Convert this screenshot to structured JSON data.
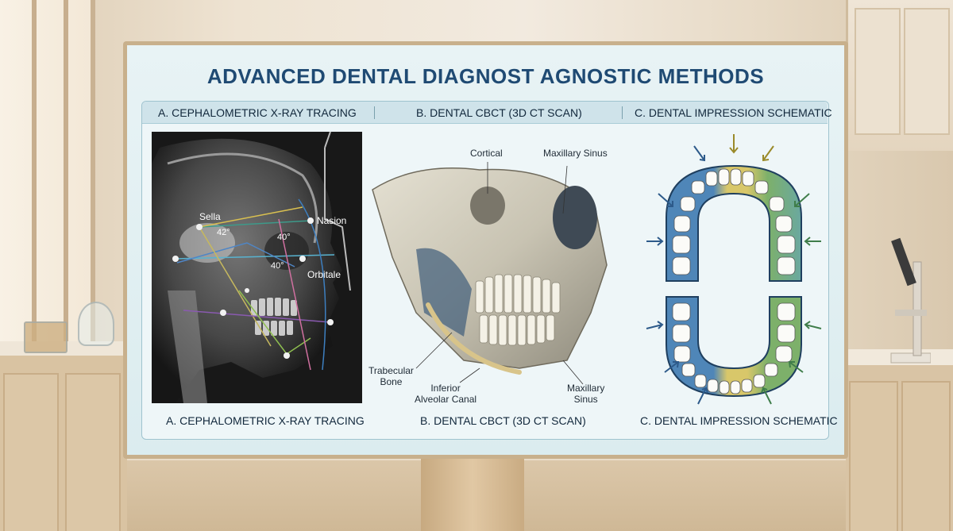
{
  "title": "ADVANCED DENTAL DIAGNOST AGNOSTIC METHODS",
  "headers": {
    "a": "A. CEPHALOMETRIC X-RAY TRACING",
    "b": "B. DENTAL CBCT (3D CT SCAN)",
    "c": "C. DENTAL IMPRESSION SCHEMATIC"
  },
  "captions": {
    "a": "A. CEPHALOMETRIC X-RAY TRACING",
    "b": "B. DENTAL CBCT (3D CT SCAN)",
    "c": "C. DENTAL IMPRESSION SCHEMATIC"
  },
  "xray_labels": {
    "sella": "Sella",
    "nasion": "Nasion",
    "orbitale": "Orbitale",
    "angle_sella": "42°",
    "angle_upper": "40°",
    "angle_lower": "40°"
  },
  "cbct_labels": {
    "cortical": "Cortical",
    "maxillary_sinus_top": "Maxillary Sinus",
    "trabecular_line1": "Trabecular",
    "trabecular_line2": "Bone",
    "inferior_line1": "Inferior",
    "inferior_line2": "Alveolar Canal",
    "maxillary_line1": "Maxillary",
    "maxillary_line2": "Sinus"
  },
  "colors": {
    "title": "#1f4a73",
    "arch_blue": "#4f86b8",
    "arch_yellow": "#d8c76a",
    "arch_green": "#7db06a",
    "arrow_blue": "#2d5a8a",
    "arrow_olive": "#9a8a2a",
    "arrow_green": "#3f7d4a"
  }
}
